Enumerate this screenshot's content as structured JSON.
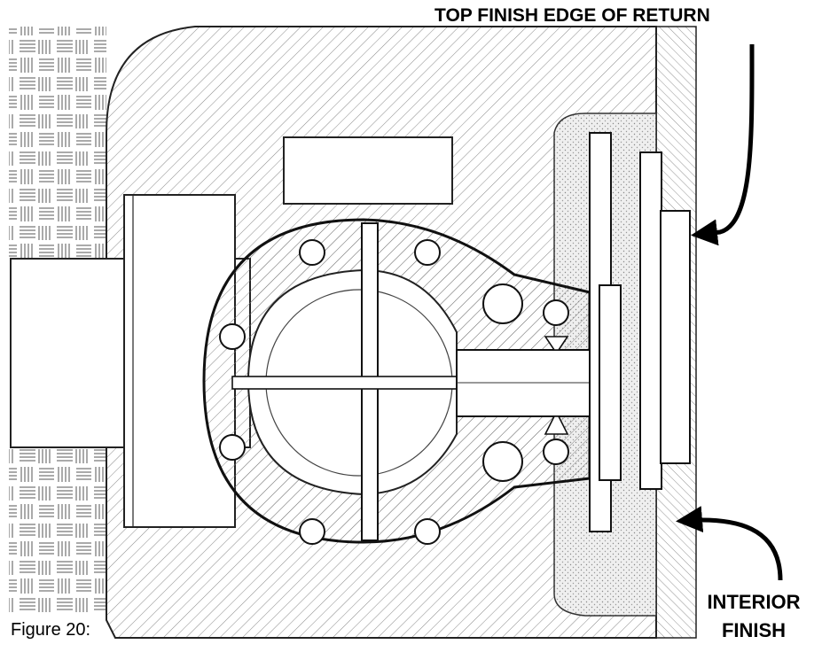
{
  "diagram": {
    "callouts": {
      "top_finish_edge": "TOP FINISH EDGE OF RETURN",
      "interior_finish_line1": "INTERIOR",
      "interior_finish_line2": "FINISH"
    },
    "caption": "Figure 20:"
  }
}
